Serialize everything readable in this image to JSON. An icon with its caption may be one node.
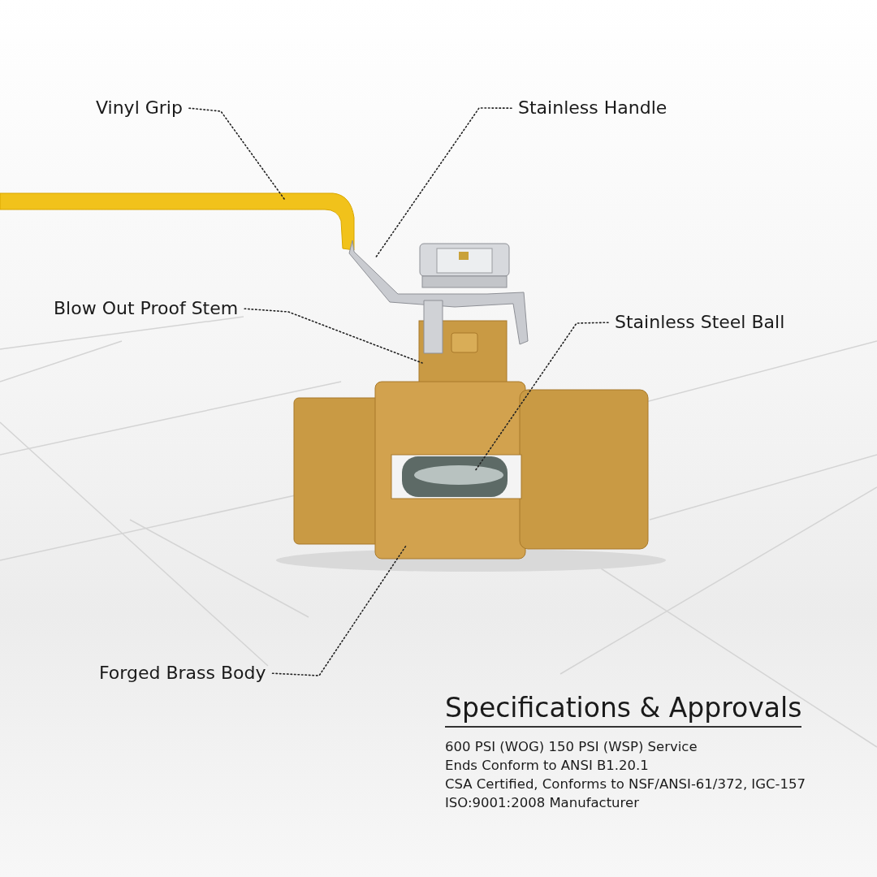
{
  "diagram": {
    "nodes": [
      {
        "text": [
          "Vinyl Grip"
        ]
      },
      {
        "text": [
          "Stainless Handle"
        ]
      },
      {
        "text": [
          "Blow Out Proof Stem"
        ]
      },
      {
        "text": [
          "Stainless Steel Ball"
        ]
      },
      {
        "text": [
          "Forged Brass Body"
        ]
      }
    ],
    "edges": [
      {
        "from": 0,
        "to": null,
        "arrow": "none"
      },
      {
        "from": 1,
        "to": null,
        "arrow": "none"
      },
      {
        "from": 2,
        "to": null,
        "arrow": "none"
      },
      {
        "from": 3,
        "to": null,
        "arrow": "none"
      },
      {
        "from": 4,
        "to": null,
        "arrow": "none"
      }
    ],
    "labels": [
      "Specifications & Approvals",
      "600 PSI (WOG) 150 PSI (WSP) Service",
      "Ends Conform to ANSI B1.20.1",
      "CSA Certified, Conforms to NSF/ANSI-61/372, IGC-157",
      "ISO:9001:2008 Manufacturer"
    ]
  }
}
